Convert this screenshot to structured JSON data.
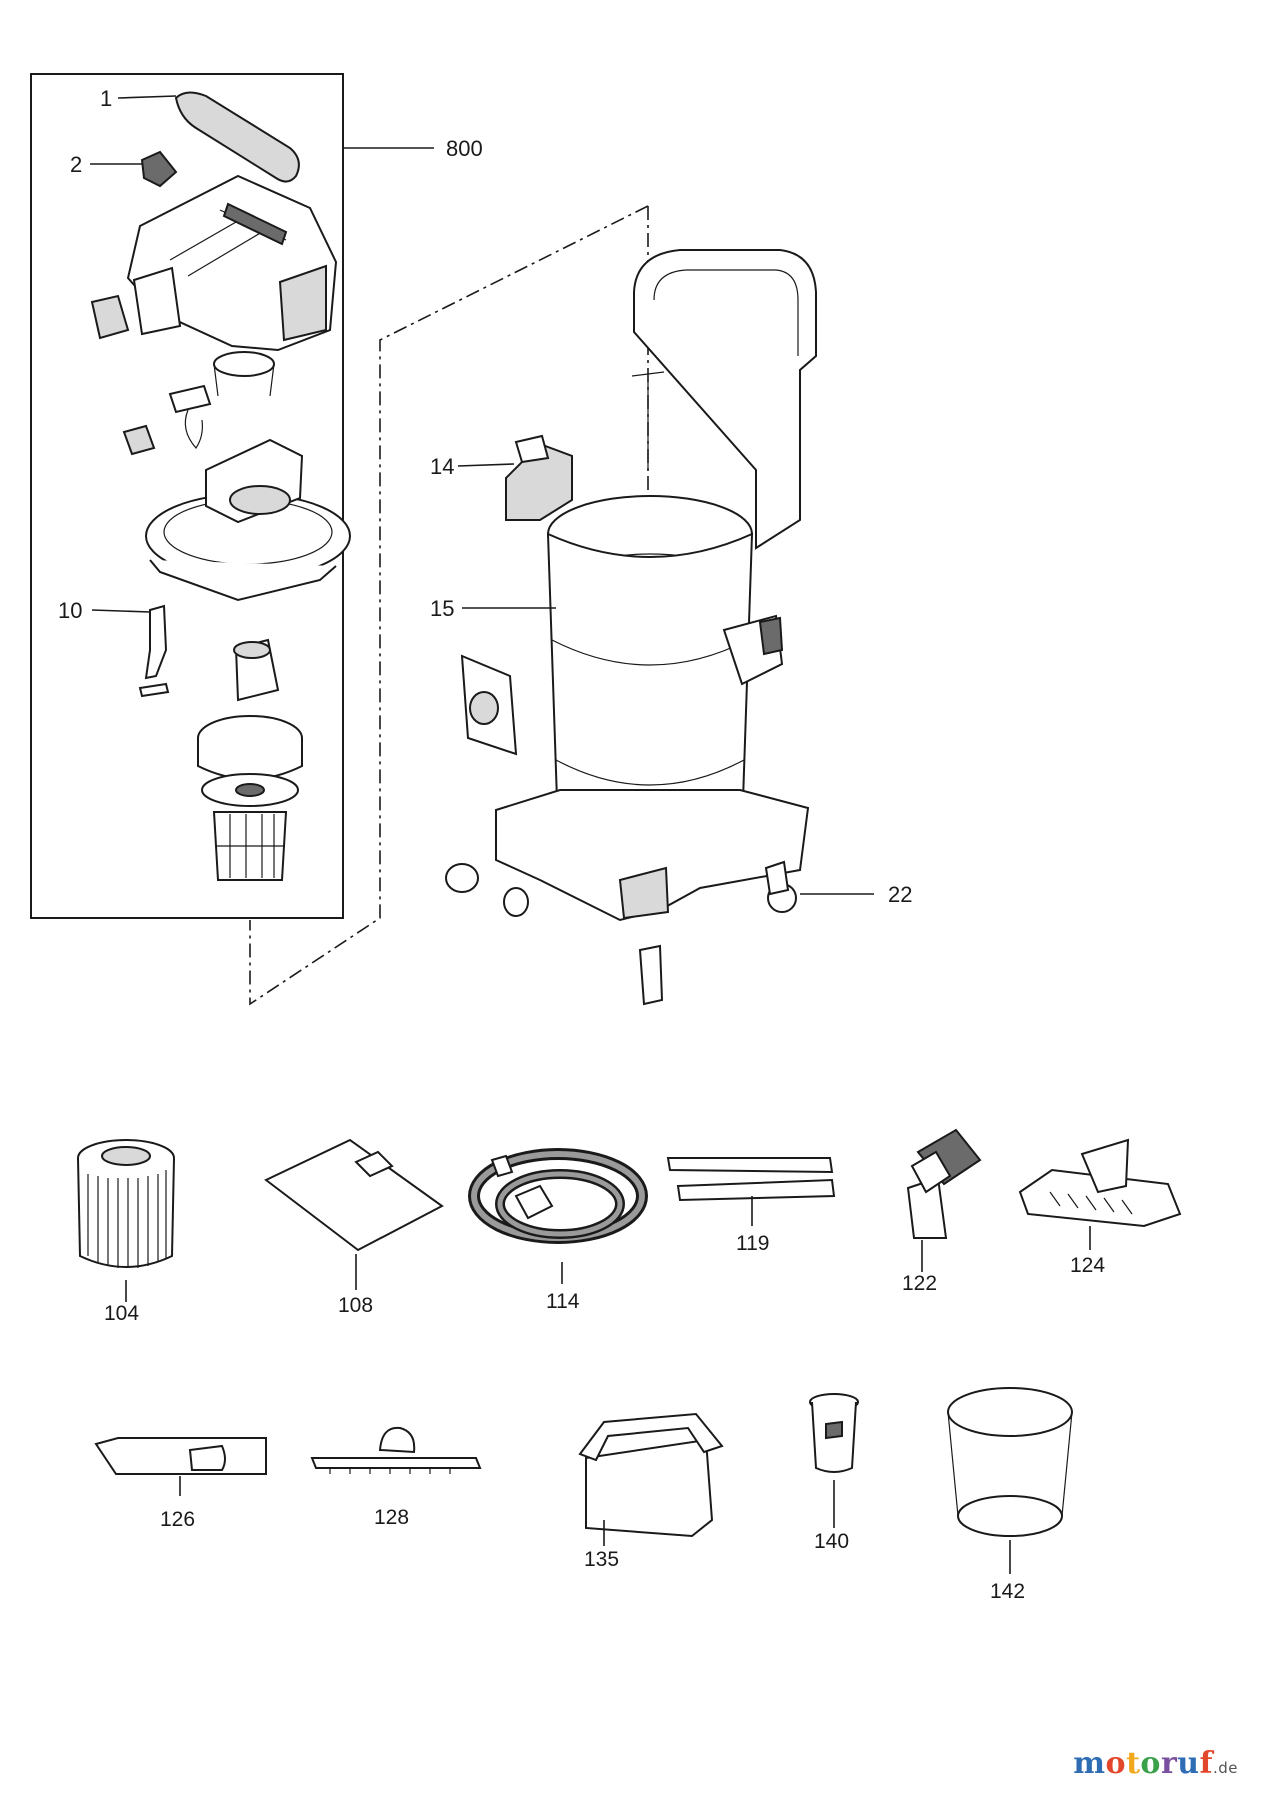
{
  "callouts": {
    "c1": "1",
    "c2": "2",
    "c800": "800",
    "c10": "10",
    "c14": "14",
    "c15": "15",
    "c22": "22",
    "c104": "104",
    "c108": "108",
    "c114": "114",
    "c119": "119",
    "c122": "122",
    "c124": "124",
    "c126": "126",
    "c128": "128",
    "c135": "135",
    "c140": "140",
    "c142": "142"
  },
  "watermark": {
    "letters": [
      "m",
      "o",
      "t",
      "o",
      "r",
      "u",
      "f"
    ],
    "tld": ".de"
  },
  "colors": {
    "line": "#1a1a1a",
    "fill_grey": "#d9d9d9",
    "fill_dark": "#6b6b6b"
  }
}
